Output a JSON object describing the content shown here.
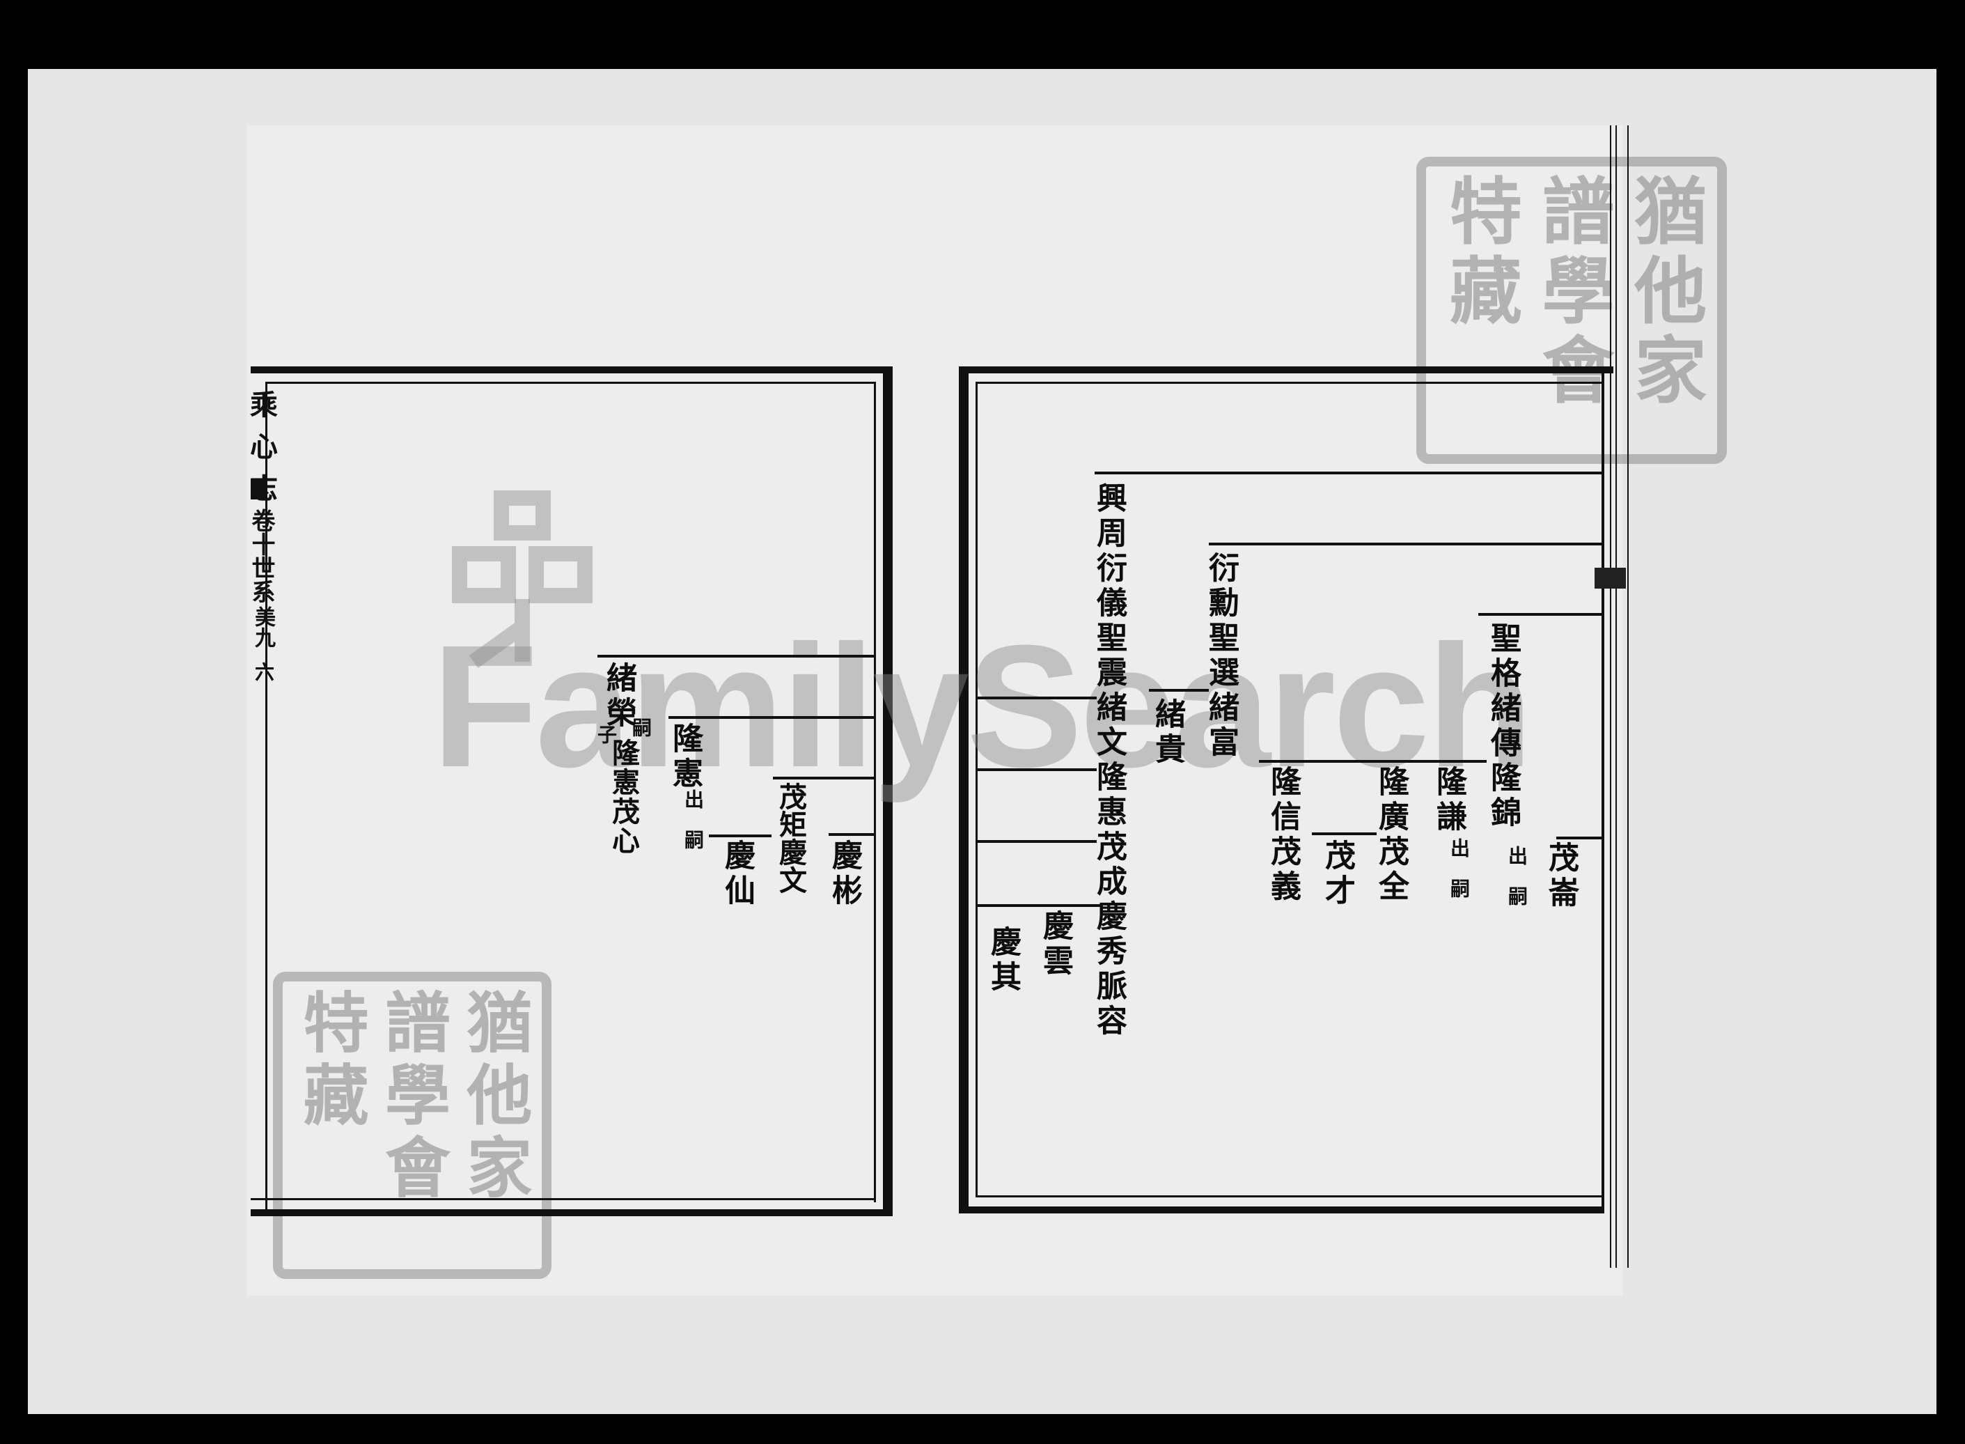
{
  "watermark": {
    "text": "FamilySearch"
  },
  "seal": {
    "columns": [
      "猶他家",
      "譜學會",
      "特藏"
    ]
  },
  "left_page": {
    "margin": {
      "top": "乘心志",
      "middle": "卷十世系",
      "lower": "美九",
      "page": "六"
    },
    "entries": {
      "xu_rong": "緒榮",
      "xu_rong_note_1": "嗣",
      "xu_rong_note_2": "子",
      "long_xian_mao_xin": "隆憲茂心",
      "long_xian": "隆憲",
      "long_xian_note": "出嗣",
      "mao_ju_qing_wen": "茂矩慶文",
      "qing_xian": "慶仙",
      "qing_bin": "慶彬"
    }
  },
  "right_page": {
    "entries": {
      "xing_zhou_line": "興周衍儀聖震緒文隆惠茂成慶秀脈容",
      "yan_xun_line": "衍勳聖選緒富",
      "xu_gui": "緒貴",
      "sheng_ge_line": "聖格緒傳隆錦",
      "sheng_ge_note": "出嗣",
      "long_qian": "隆謙",
      "long_qian_note": "出嗣",
      "long_guang_line": "隆廣茂全",
      "long_xin_line": "隆信茂義",
      "mao_cai": "茂才",
      "mao_lun": "茂崙",
      "qing_yun": "慶雲",
      "qing_qi": "慶其"
    }
  }
}
